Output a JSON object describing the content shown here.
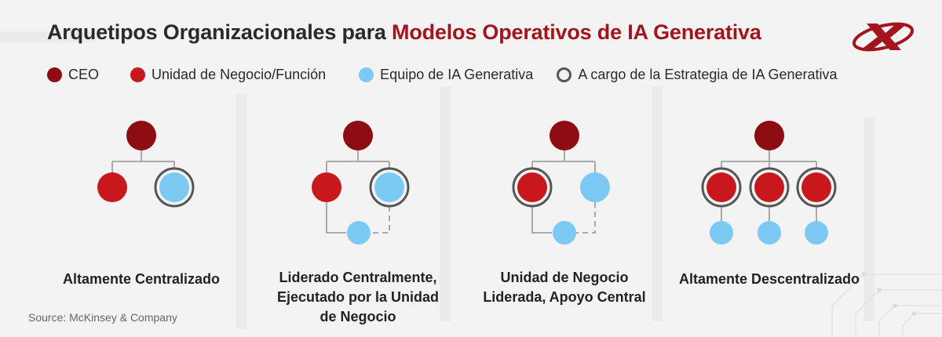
{
  "title": {
    "part1": "Arquetipos Organizacionales para",
    "part2": "Modelos Operativos de IA Generativa"
  },
  "colors": {
    "ceo": "#8d0d12",
    "business_unit": "#c8181e",
    "genai_team": "#7cc9f4",
    "owner_ring": "#555555",
    "title_accent": "#a3141c"
  },
  "legend": {
    "ceo": "CEO",
    "business_unit": "Unidad de Negocio/Función",
    "genai_team": "Equipo de IA Generativa",
    "strategy_owner": "A cargo de la Estrategia de IA Generativa"
  },
  "archetypes": [
    {
      "caption": "Altamente Centralizado"
    },
    {
      "caption": "Liderado Centralmente,\nEjecutado por la Unidad\nde Negocio"
    },
    {
      "caption": "Unidad de Negocio\nLiderada, Apoyo Central"
    },
    {
      "caption": "Altamente Descentralizado"
    }
  ],
  "source": "Source: McKinsey & Company"
}
